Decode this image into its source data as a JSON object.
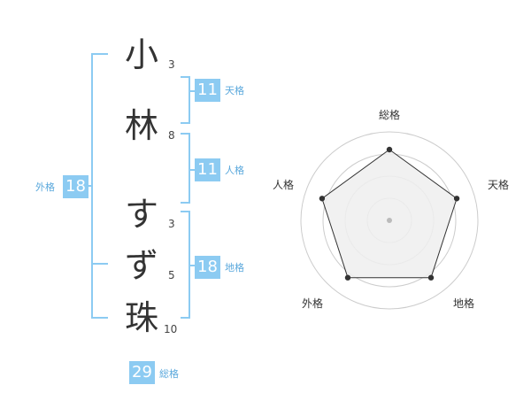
{
  "name": {
    "chars": [
      {
        "char": "小",
        "strokes": "3"
      },
      {
        "char": "林",
        "strokes": "8"
      },
      {
        "char": "す",
        "strokes": "3"
      },
      {
        "char": "ず",
        "strokes": "5"
      },
      {
        "char": "珠",
        "strokes": "10"
      }
    ]
  },
  "grid": {
    "tenkaku": {
      "label": "天格",
      "value": "11"
    },
    "jinkaku": {
      "label": "人格",
      "value": "11"
    },
    "chikaku": {
      "label": "地格",
      "value": "18"
    },
    "gaikaku": {
      "label": "外格",
      "value": "18"
    },
    "soukaku": {
      "label": "総格",
      "value": "29"
    }
  },
  "chart_data": {
    "type": "radar",
    "axes": [
      "総格",
      "天格",
      "地格",
      "外格",
      "人格"
    ],
    "values": [
      0.8,
      0.8,
      0.8,
      0.8,
      0.8
    ],
    "rings": 4,
    "colors": {
      "fill": "#eeeeee",
      "stroke": "#333333",
      "ring": "#cccccc",
      "center": "#bbbbbb"
    }
  },
  "colors": {
    "accent": "#8ccbf2"
  }
}
